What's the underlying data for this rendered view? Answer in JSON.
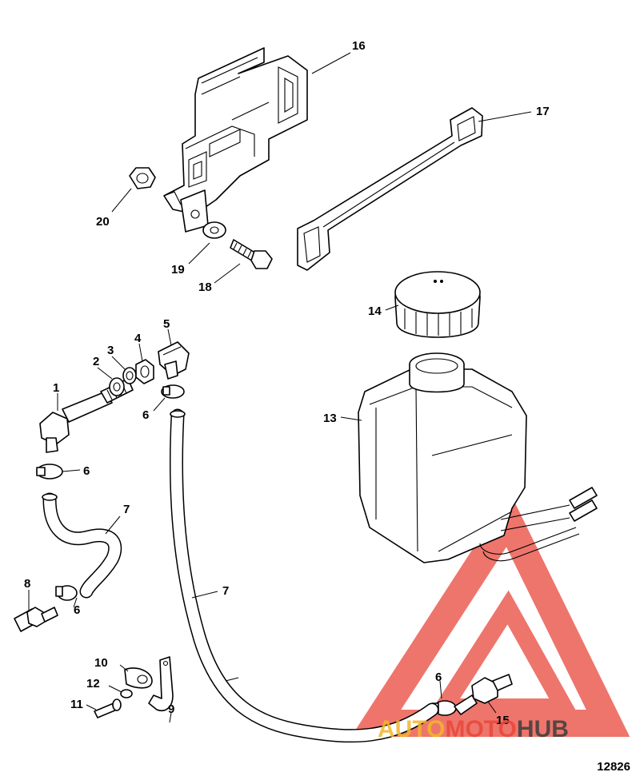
{
  "diagram_number": "12826",
  "watermark": {
    "parts": [
      "AUTO",
      "MOTO",
      "HUB"
    ],
    "colors": [
      "#f2b62a",
      "#e9473b",
      "#3d3d3d"
    ],
    "logo_color": "#e9473b"
  },
  "callouts": [
    "1",
    "2",
    "3",
    "4",
    "5",
    "6",
    "6",
    "6",
    "6",
    "7",
    "7",
    "8",
    "9",
    "10",
    "11",
    "12",
    "13",
    "14",
    "15",
    "16",
    "17",
    "18",
    "19",
    "20"
  ]
}
